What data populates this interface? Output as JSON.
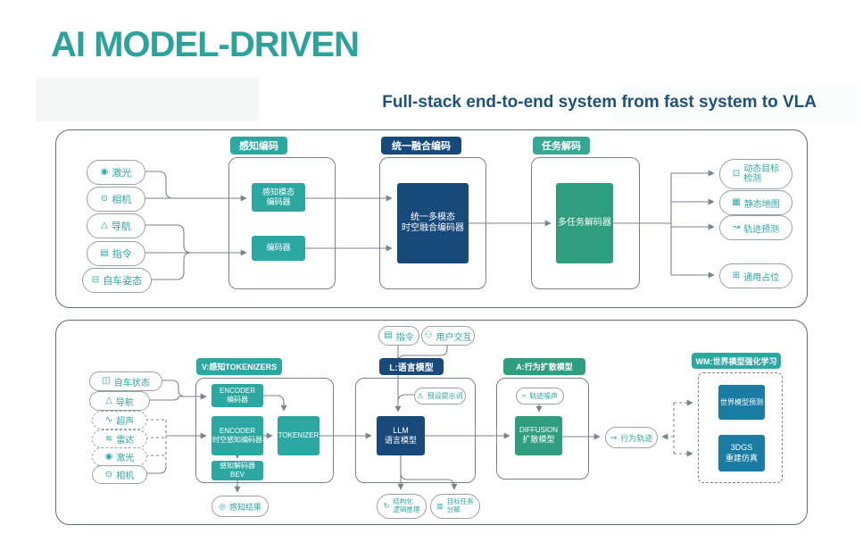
{
  "header": {
    "title": "AI MODEL-DRIVEN",
    "subtitle": "Full-stack end-to-end system from fast system to VLA"
  },
  "colors": {
    "teal": "#2BA8A2",
    "dark_blue": "#17497B",
    "green": "#2F9E7E",
    "steel_blue": "#1B7CA3",
    "title_teal": "#2BA39C",
    "subtitle_blue": "#1D527F",
    "wire_gray": "#7b838b"
  },
  "top_panel": {
    "inputs": [
      {
        "icon": "◉",
        "label": "激光"
      },
      {
        "icon": "⊙",
        "label": "相机"
      },
      {
        "icon": "△",
        "label": "导航"
      },
      {
        "icon": "▤",
        "label": "指令"
      },
      {
        "icon": "⊟",
        "label": "自车姿态"
      }
    ],
    "badges": {
      "perception": "感知编码",
      "fusion": "统一融合编码",
      "decode": "任务解码"
    },
    "boxes": {
      "modality_encoder": {
        "line1": "感知模态",
        "line2": "编码器"
      },
      "encoder": {
        "line1": "编码器"
      },
      "fusion_encoder": {
        "line1": "统一多模态",
        "line2": "时空融合编码器"
      },
      "multitask_decoder": {
        "line1": "多任务解码器"
      }
    },
    "outputs": [
      {
        "icon": "⊡",
        "line1": "动态目标",
        "line2": "检测"
      },
      {
        "icon": "▦",
        "line1": "静态地图"
      },
      {
        "icon": "↝",
        "line1": "轨迹预测"
      },
      {
        "icon": "⊞",
        "line1": "通用占位"
      }
    ]
  },
  "bottom_panel": {
    "top_pills": [
      {
        "icon": "▤",
        "label": "指令"
      },
      {
        "icon": "⚇",
        "label": "用户交互"
      }
    ],
    "inputs": [
      {
        "icon": "◫",
        "label": "自车状态"
      },
      {
        "icon": "△",
        "label": "导航"
      },
      {
        "icon": "∿",
        "label": "超声"
      },
      {
        "icon": "≋",
        "label": "雷达"
      },
      {
        "icon": "◉",
        "label": "激光"
      },
      {
        "icon": "⊙",
        "label": "相机"
      }
    ],
    "badges": {
      "v": "V:感知TOKENIZERS",
      "l": "L:语言模型",
      "a": "A:行为扩散模型",
      "wm": "WM:世界模型强化学习"
    },
    "boxes": {
      "encoder": {
        "line1": "ENCODER",
        "line2": "编码器"
      },
      "st_encoder": {
        "line1": "ENCODER",
        "line2": "时空感知编码器"
      },
      "bev_decoder": {
        "line1": "感知解码器",
        "line2": "BEV"
      },
      "tokenizer": {
        "line1": "TOKENIZER"
      },
      "llm": {
        "line1": "LLM",
        "line2": "语言模型"
      },
      "diffusion": {
        "line1": "DIFFUSION",
        "line2": "扩散模型"
      },
      "world_model": {
        "line1": "世界模型预测"
      },
      "gaussian": {
        "line1": "3DGS",
        "line2": "重建仿真"
      }
    },
    "pills": {
      "prompt": {
        "icon": "⚠",
        "label": "预设提示词"
      },
      "noise": {
        "icon": "≈",
        "label": "轨迹噪声"
      },
      "trajectory": {
        "icon": "⇝",
        "label": "行为轨迹"
      },
      "result": {
        "icon": "◎",
        "label": "感知结果"
      },
      "reasoning": {
        "icon": "↻",
        "line1": "结构化",
        "line2": "逻辑推理"
      },
      "task": {
        "icon": "▥",
        "line1": "目标任务",
        "line2": "分解"
      }
    }
  }
}
